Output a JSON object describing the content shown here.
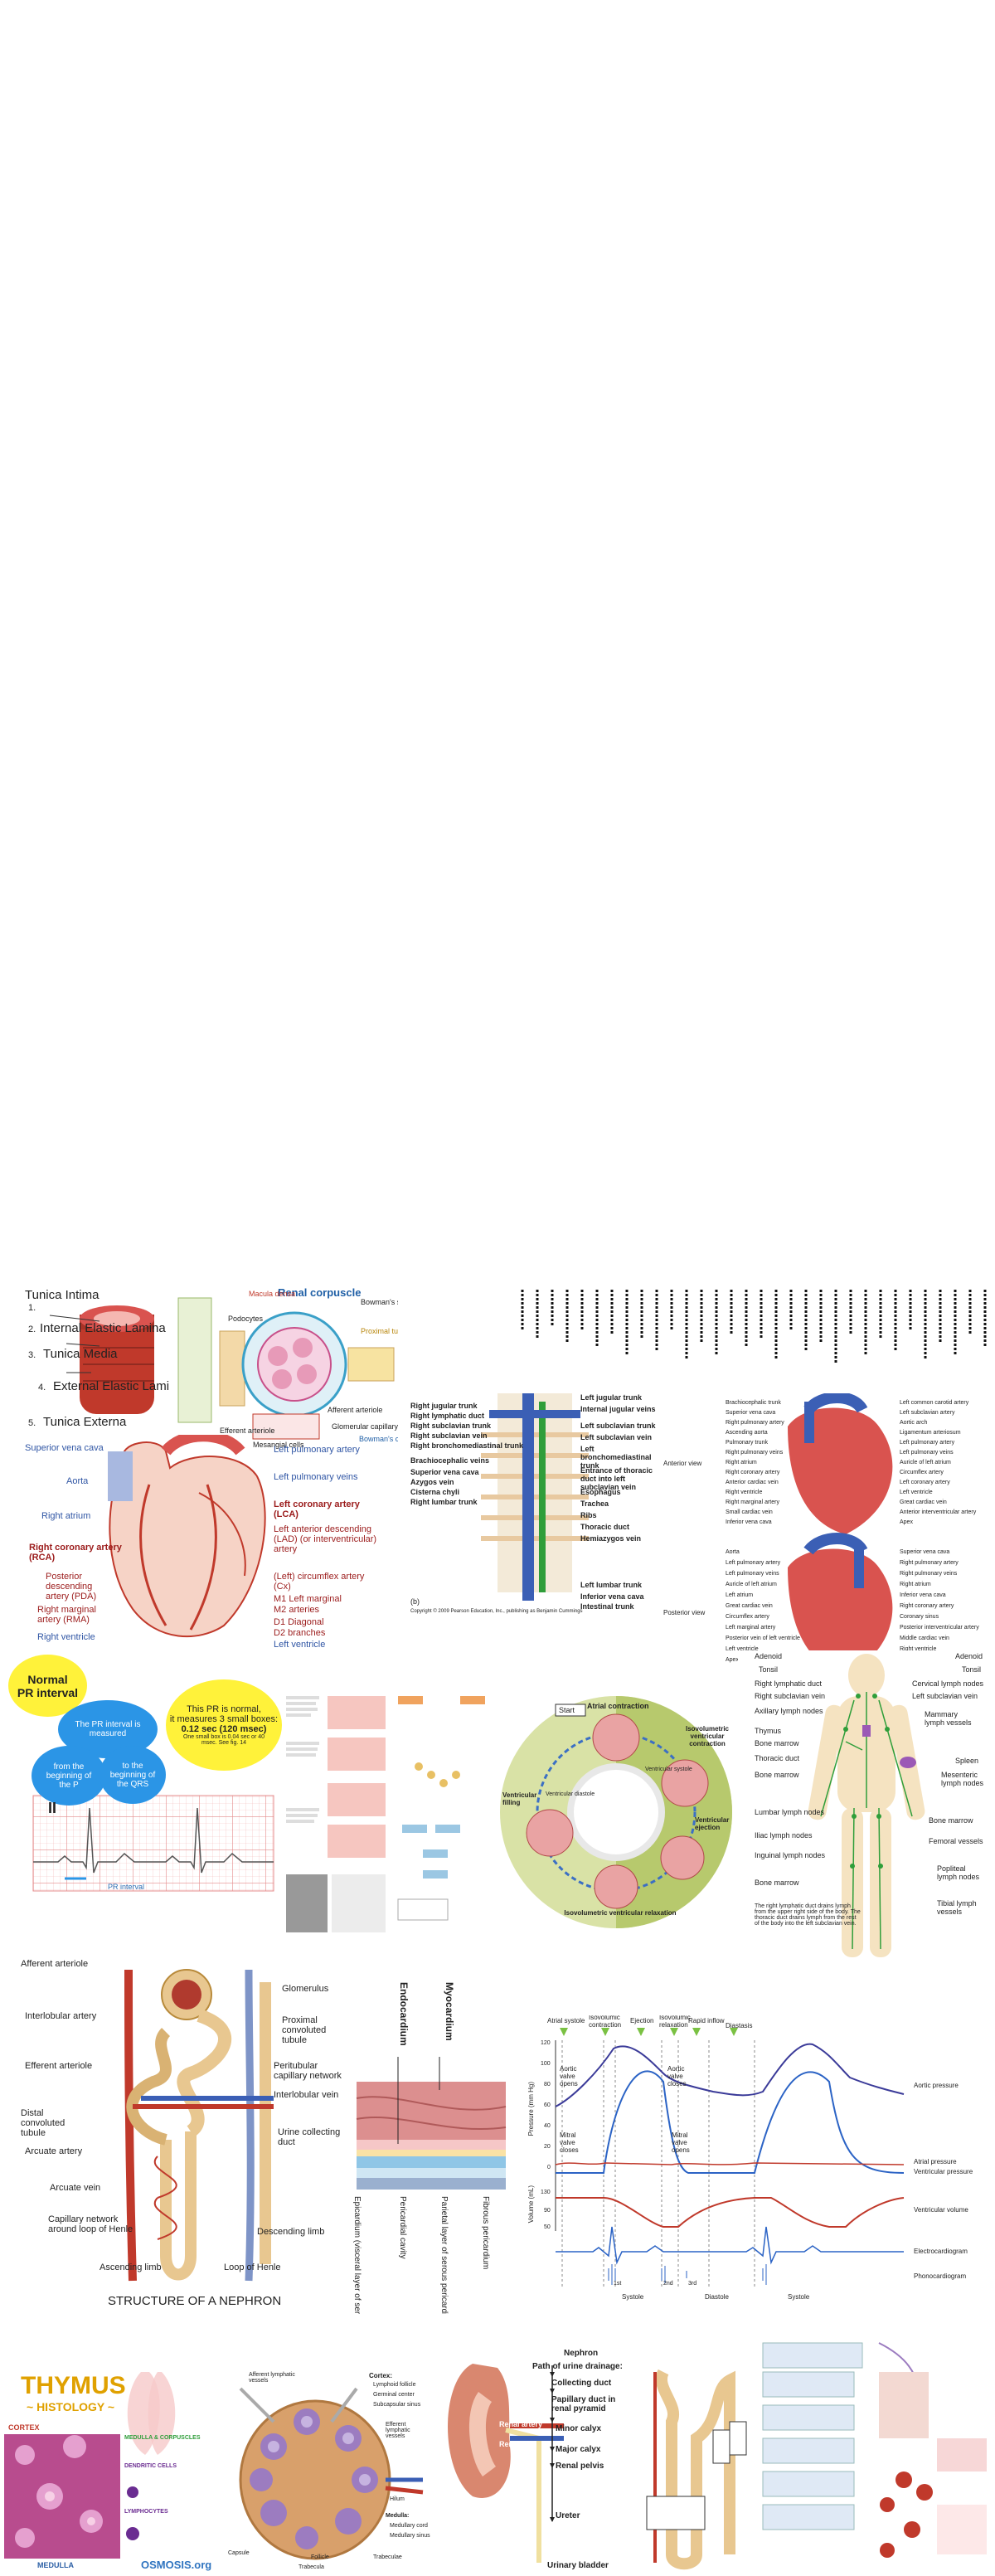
{
  "vessel": {
    "layers": [
      {
        "num": "1.",
        "name": "Tunica Intima"
      },
      {
        "num": "2.",
        "name": "Internal Elastic Lamina"
      },
      {
        "num": "3.",
        "name": "Tunica Media"
      },
      {
        "num": "4.",
        "name": "External Elastic Lamina"
      },
      {
        "num": "5.",
        "name": "Tunica Externa"
      }
    ]
  },
  "renal_corpuscle": {
    "title": "Renal corpuscle",
    "labels": [
      "Bowman's space",
      "Proximal tubule",
      "Bowman's capsule",
      "Macula densa",
      "Afferent arteriole",
      "Efferent arteriole",
      "Mesangial cells",
      "Glomerular capillary",
      "Podocytes"
    ]
  },
  "coronary": {
    "labels_left": [
      "Superior vena cava",
      "Aorta",
      "Right atrium",
      "Right coronary artery (RCA)",
      "Posterior descending artery (PDA)",
      "Right marginal artery (RMA)",
      "Right ventricle"
    ],
    "labels_right": [
      "Left pulmonary artery",
      "Left pulmonary veins",
      "Left coronary artery (LCA)",
      "Left anterior descending (LAD) (or interventricular) artery",
      "(Left) circumflex artery (Cx)",
      "M1 Left marginal",
      "M2 arteries",
      "D1 Diagonal",
      "D2 branches",
      "Left ventricle"
    ]
  },
  "thoracic": {
    "left": [
      "Right jugular trunk",
      "Right lymphatic duct",
      "Right subclavian trunk",
      "Right subclavian vein",
      "Right bronchomediastinal trunk",
      "Brachiocephalic veins",
      "Superior vena cava",
      "Azygos vein",
      "Cisterna chyli",
      "Right lumbar trunk"
    ],
    "right": [
      "Left jugular trunk",
      "Internal jugular veins",
      "Left subclavian trunk",
      "Left subclavian vein",
      "Left bronchomediastinal trunk",
      "Entrance of thoracic duct into left subclavian vein",
      "Esophagus",
      "Trachea",
      "Ribs",
      "Thoracic duct",
      "Hemiazygos vein",
      "Left lumbar trunk",
      "Inferior vena cava",
      "Intestinal trunk"
    ],
    "panel": "(b)",
    "copyright": "Copyright © 2009 Pearson Education, Inc., publishing as Benjamin Cummings"
  },
  "heart_views": {
    "anterior_label": "Anterior view",
    "posterior_label": "Posterior view",
    "anterior_left": [
      "Brachiocephalic trunk",
      "Superior vena cava",
      "Right pulmonary artery",
      "Ascending aorta",
      "Pulmonary trunk",
      "Right pulmonary veins",
      "Right atrium",
      "Right coronary artery",
      "Anterior cardiac vein",
      "Right ventricle",
      "Right marginal artery",
      "Small cardiac vein",
      "Inferior vena cava"
    ],
    "anterior_right": [
      "Left common carotid artery",
      "Left subclavian artery",
      "Aortic arch",
      "Ligamentum arteriosum",
      "Left pulmonary artery",
      "Left pulmonary veins",
      "Auricle of left atrium",
      "Circumflex artery",
      "Left coronary artery",
      "Left ventricle",
      "Great cardiac vein",
      "Anterior interventricular artery",
      "Apex"
    ],
    "posterior_left": [
      "Aorta",
      "Left pulmonary artery",
      "Left pulmonary veins",
      "Auricle of left atrium",
      "Left atrium",
      "Great cardiac vein",
      "Circumflex artery",
      "Left marginal artery",
      "Posterior vein of left ventricle",
      "Left ventricle",
      "Apex"
    ],
    "posterior_right": [
      "Superior vena cava",
      "Right pulmonary artery",
      "Right pulmonary veins",
      "Right atrium",
      "Inferior vena cava",
      "Right coronary artery",
      "Coronary sinus",
      "Posterior interventricular artery",
      "Middle cardiac vein",
      "Right ventricle"
    ]
  },
  "ecg": {
    "title_line1": "Normal",
    "title_line2": "PR interval",
    "bubble1": "The PR interval is measured",
    "bubble2": "from the beginning of the P",
    "bubble3": "to the beginning of the QRS",
    "note_line1": "This PR is normal,",
    "note_line2": "it measures 3 small boxes:",
    "note_line3": "0.12 sec (120 msec)",
    "note_small": "One small box is 0.04 sec or 40 msec. See fig. 14",
    "lead": "II",
    "pr_label": "PR interval"
  },
  "cardiac_cycle": {
    "start": "Start",
    "phases": [
      "Atrial contraction",
      "Isovolumetric ventricular contraction",
      "Ventricular ejection",
      "Isovolumetric ventricular relaxation",
      "Ventricular filling"
    ],
    "inner": [
      "Ventricular systole",
      "Ventricular diastole"
    ]
  },
  "lymphatic": {
    "left": [
      "Adenoid",
      "Tonsil",
      "Right lymphatic duct",
      "Right subclavian vein",
      "Axillary lymph nodes",
      "Thymus",
      "Bone marrow",
      "Thoracic duct",
      "Bone marrow",
      "Lumbar lymph nodes",
      "Iliac lymph nodes",
      "Inguinal lymph nodes",
      "Bone marrow"
    ],
    "right": [
      "Adenoid",
      "Tonsil",
      "Cervical lymph nodes",
      "Left subclavian vein",
      "Mammary lymph vessels",
      "Spleen",
      "Mesenteric lymph nodes",
      "Bone marrow",
      "Femoral vessels",
      "Popliteal lymph nodes",
      "Tibial lymph vessels"
    ],
    "note": "The right lymphatic duct drains lymph from the upper right side of the body. The thoracic duct drains lymph from the rest of the body into the left subclavian vein."
  },
  "nephron": {
    "title": "STRUCTURE OF A NEPHRON",
    "left": [
      "Afferent arteriole",
      "Interlobular artery",
      "Efferent arteriole",
      "Distal convoluted tubule",
      "Arcuate artery",
      "Arcuate vein",
      "Capillary network around loop of Henle",
      "Ascending limb"
    ],
    "right": [
      "Glomerulus",
      "Proximal convoluted tubule",
      "Peritubular capillary network",
      "Interlobular vein",
      "Urine collecting duct",
      "Descending limb",
      "Loop of Henle"
    ]
  },
  "heart_wall": {
    "labels": [
      "Endocardium",
      "Myocardium",
      "Epicardium (visceral layer of serous pericardium)",
      "Pericardial cavity",
      "Parietal layer of serous pericardium",
      "Fibrous pericardium"
    ]
  },
  "wiggers": {
    "top": [
      "Atrial systole",
      "Isovolumic contraction",
      "Ejection",
      "Isovolumic relaxation",
      "Rapid inflow",
      "Diastasis"
    ],
    "annotations": [
      "Aortic valve opens",
      "Aortic valve closes",
      "Mitral valve closes",
      "Mitral valve opens"
    ],
    "right": [
      "Aortic pressure",
      "Atrial pressure",
      "Ventricular pressure",
      "Ventricular volume",
      "Electrocardiogram",
      "Phonocardiogram"
    ],
    "ylabels": [
      "Pressure (mm Hg)",
      "Volume (mL)"
    ],
    "yticks_pressure": [
      "120",
      "100",
      "80",
      "60",
      "40",
      "20",
      "0"
    ],
    "yticks_volume": [
      "130",
      "90",
      "50"
    ],
    "bottom": [
      "Systole",
      "Diastole",
      "Systole"
    ],
    "sounds": [
      "1st",
      "2nd",
      "3rd"
    ]
  },
  "thymus": {
    "title": "THYMUS",
    "subtitle": "~ HISTOLOGY ~",
    "cortex": "CORTEX",
    "medulla": "MEDULLA",
    "notes": [
      "MEDULLA & CORPUSCLES",
      "DENDRITIC CELLS",
      "LYMPHOCYTES"
    ],
    "brand": "OSMOSIS.org"
  },
  "lymph_node": {
    "left": [
      "Afferent lymphatic vessels",
      "Capsule",
      "Trabecula"
    ],
    "right": [
      "Cortex:",
      "Lymphoid follicle",
      "Germinal center",
      "Subcapsular sinus",
      "Efferent lymphatic vessels",
      "Hilum",
      "Medulla:",
      "Medullary cord",
      "Medullary sinus",
      "Trabeculae"
    ],
    "bottom": [
      "Follicle"
    ]
  },
  "urine_path": {
    "labels": [
      "Nephron",
      "Path of urine drainage:",
      "Collecting duct",
      "Papillary duct in renal pyramid",
      "Minor calyx",
      "Major calyx",
      "Renal pelvis",
      "Ureter",
      "Urinary bladder",
      "Renal artery",
      "Renal vein"
    ]
  },
  "colors": {
    "artery_red": "#c43d2e",
    "vein_blue": "#3b5fb5",
    "nephron_tan": "#e8c790",
    "bubble_blue": "#2b95e6",
    "bubble_yellow": "#fff23a",
    "cycle_green": "#c9d88a",
    "lymph_green": "#2f9e3a"
  }
}
